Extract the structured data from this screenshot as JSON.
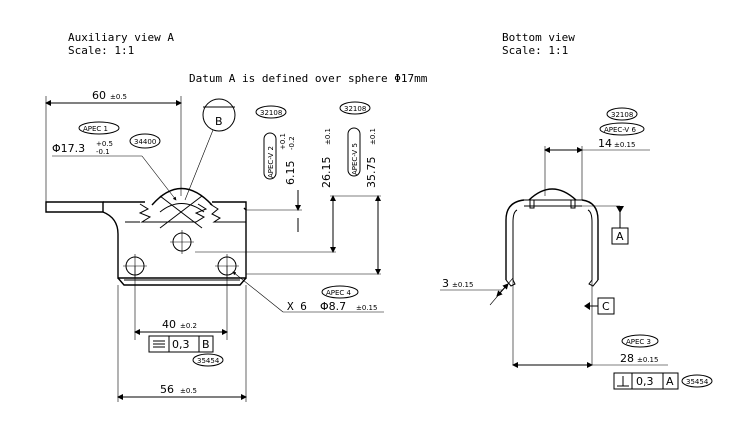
{
  "views": {
    "aux_title": "Auxiliary view A",
    "aux_scale": "Scale:  1:1",
    "bottom_title": "Bottom view",
    "bottom_scale": "Scale:  1:1"
  },
  "note": "Datum A is defined over sphere Φ17mm",
  "aux": {
    "dim_60": "60",
    "dim_60_tol": "±0.5",
    "apec1_label": "APEC 1",
    "dia_17": "Φ17.3",
    "dia_17_tol_up": "+0.5",
    "dia_17_tol_low": "-0.1",
    "ref_34400": "34400",
    "datum_b": "B",
    "ref_32108_a": "32108",
    "apec_v2": "APEC-V 2",
    "dim_6_15": "6.15",
    "dim_6_15_tol_up": "+0.1",
    "dim_6_15_tol_low": "-0.2",
    "dim_26_15": "26.15",
    "dim_26_15_tol": "±0.1",
    "ref_32108_b": "32108",
    "apec_v5": "APEC-V 5",
    "dim_35_75": "35.75",
    "dim_35_75_tol": "±0.1",
    "apec4_label": "APEC 4",
    "holes_count": "X 6",
    "holes_dia": "Φ8.7",
    "holes_tol": "±0.15",
    "dim_40": "40",
    "dim_40_tol": "±0.2",
    "fcf_value": "0,3",
    "fcf_datum": "B",
    "ref_35454": "35454",
    "dim_56": "56",
    "dim_56_tol": "±0.5"
  },
  "bottom": {
    "ref_32108": "32108",
    "apec_v6": "APEC-V 6",
    "dim_14": "14",
    "dim_14_tol": "±0.15",
    "datum_a": "A",
    "dim_3": "3",
    "dim_3_tol": "±0.15",
    "datum_c": "C",
    "apec3_label": "APEC 3",
    "dim_28": "28",
    "dim_28_tol": "±0.15",
    "fcf_value": "0,3",
    "fcf_datum": "A",
    "ref_35454": "35454"
  },
  "icons": {
    "flatness": "flatness-symbol-icon",
    "perpendicularity": "perpendicularity-symbol-icon"
  }
}
